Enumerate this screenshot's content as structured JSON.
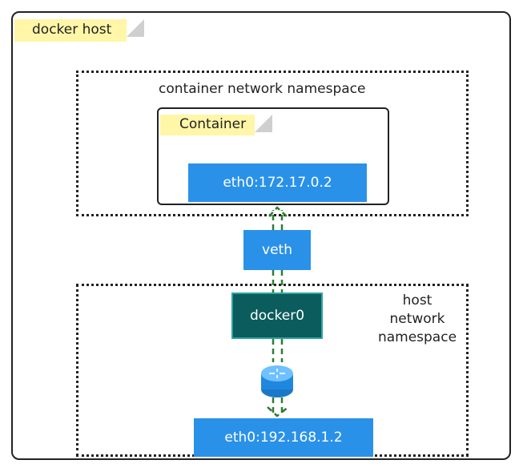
{
  "docker_host": {
    "label": "docker host"
  },
  "container_ns": {
    "label": "container network namespace"
  },
  "container": {
    "label": "Container",
    "eth0": "eth0:172.17.0.2"
  },
  "veth": {
    "label": "veth"
  },
  "host_ns": {
    "label_lines": [
      "host",
      "network",
      "namespace"
    ]
  },
  "docker0": {
    "label": "docker0"
  },
  "host_eth0": {
    "label": "eth0:192.168.1.2"
  },
  "colors": {
    "note_yellow": "#fff6a8",
    "interface_blue": "#2a91e8",
    "bridge_teal": "#0b5c5c",
    "link_green": "#2e7d32"
  }
}
